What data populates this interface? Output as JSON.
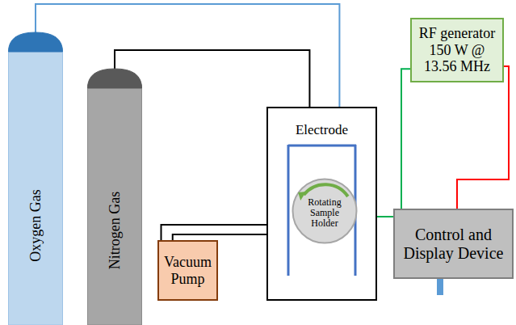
{
  "diagram": {
    "nodes": [
      {
        "text": [
          "Oxygen Gas"
        ]
      },
      {
        "text": [
          "Nitrogen Gas"
        ]
      },
      {
        "text": [
          "Electrode"
        ]
      },
      {
        "text": [
          "Rotating Sample Holder"
        ],
        "in": 2
      },
      {
        "text": [
          "RF generator 150 W @ 13.56 MHz"
        ]
      },
      {
        "text": [
          "Vacuum Pump"
        ]
      },
      {
        "text": [
          "Control and Display Device"
        ]
      }
    ],
    "edges": [
      {
        "from": 0,
        "to": 2,
        "arrow": "none"
      },
      {
        "from": 1,
        "to": 2,
        "arrow": "none"
      },
      {
        "from": 5,
        "to": 2,
        "arrow": "none"
      },
      {
        "from": 5,
        "to": 2,
        "arrow": "none"
      },
      {
        "from": 2,
        "to": 4,
        "arrow": "none"
      },
      {
        "from": 4,
        "to": 6,
        "arrow": "none"
      }
    ]
  }
}
